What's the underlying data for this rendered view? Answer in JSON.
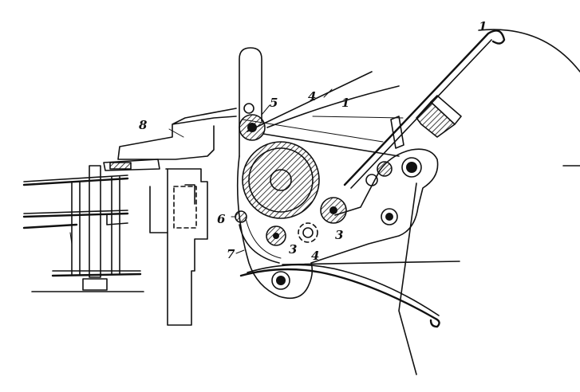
{
  "labels": {
    "l1a": "1",
    "l1b": "1",
    "l3a": "3",
    "l3b": "3",
    "l4a": "4",
    "l4b": "4",
    "l5": "5",
    "l6": "6",
    "l7": "7",
    "l8": "8"
  },
  "colors": {
    "ink": "#111111",
    "paper": "#ffffff"
  }
}
